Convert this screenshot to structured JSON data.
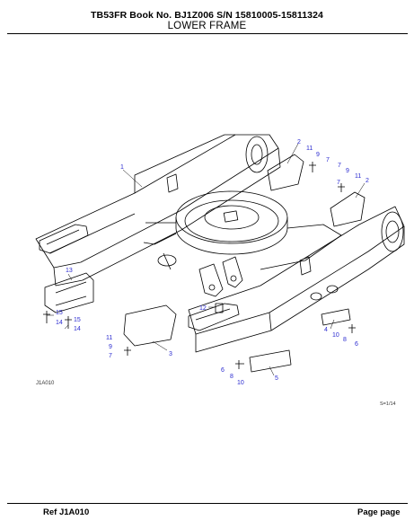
{
  "header": {
    "title": "TB53FR  Book No. BJ1Z006  S/N 15810005-15811324",
    "subtitle": "LOWER FRAME"
  },
  "figure": {
    "code": "J1A010",
    "scale": "S=1/14",
    "callouts": [
      {
        "id": "c1",
        "label": "1"
      },
      {
        "id": "c2a",
        "label": "2"
      },
      {
        "id": "c2b",
        "label": "2"
      },
      {
        "id": "c3",
        "label": "3"
      },
      {
        "id": "c4",
        "label": "4"
      },
      {
        "id": "c5",
        "label": "5"
      },
      {
        "id": "c6a",
        "label": "6"
      },
      {
        "id": "c6b",
        "label": "6"
      },
      {
        "id": "c7a",
        "label": "7"
      },
      {
        "id": "c7b",
        "label": "7"
      },
      {
        "id": "c7c",
        "label": "7"
      },
      {
        "id": "c7d",
        "label": "7"
      },
      {
        "id": "c8a",
        "label": "8"
      },
      {
        "id": "c8b",
        "label": "8"
      },
      {
        "id": "c9a",
        "label": "9"
      },
      {
        "id": "c9b",
        "label": "9"
      },
      {
        "id": "c9c",
        "label": "9"
      },
      {
        "id": "c10a",
        "label": "10"
      },
      {
        "id": "c10b",
        "label": "10"
      },
      {
        "id": "c11a",
        "label": "11"
      },
      {
        "id": "c11b",
        "label": "11"
      },
      {
        "id": "c11c",
        "label": "11"
      },
      {
        "id": "c12",
        "label": "12"
      },
      {
        "id": "c13",
        "label": "13"
      },
      {
        "id": "c14a",
        "label": "14"
      },
      {
        "id": "c14b",
        "label": "14"
      },
      {
        "id": "c15a",
        "label": "15"
      },
      {
        "id": "c15b",
        "label": "15"
      }
    ]
  },
  "footer": {
    "ref": "Ref   J1A010",
    "page": "Page   page"
  },
  "colors": {
    "callout": "#2b2bd0",
    "line": "#000000"
  }
}
